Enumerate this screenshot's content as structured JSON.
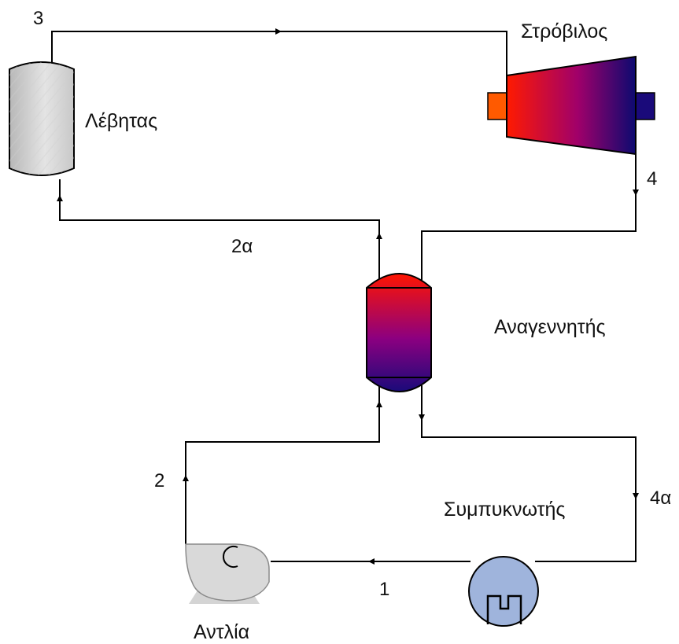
{
  "components": {
    "boiler": "Λέβητας",
    "turbine": "Στρόβιλος",
    "regenerator": "Αναγεννητής",
    "condenser": "Συμπυκνωτής",
    "pump": "Αντλία"
  },
  "states": {
    "s1": "1",
    "s2": "2",
    "s2a": "2α",
    "s3": "3",
    "s4": "4",
    "s4a": "4α"
  },
  "colors": {
    "hot": "#ff0000",
    "cold": "#1a0a7a",
    "boiler_light": "#e6e6e6",
    "boiler_dark": "#b4b4b4",
    "condenser_fill": "#9fb4dc",
    "pump_fill": "#d9d9d9",
    "turbine_inlet": "#ff5a00",
    "line": "#000000"
  }
}
